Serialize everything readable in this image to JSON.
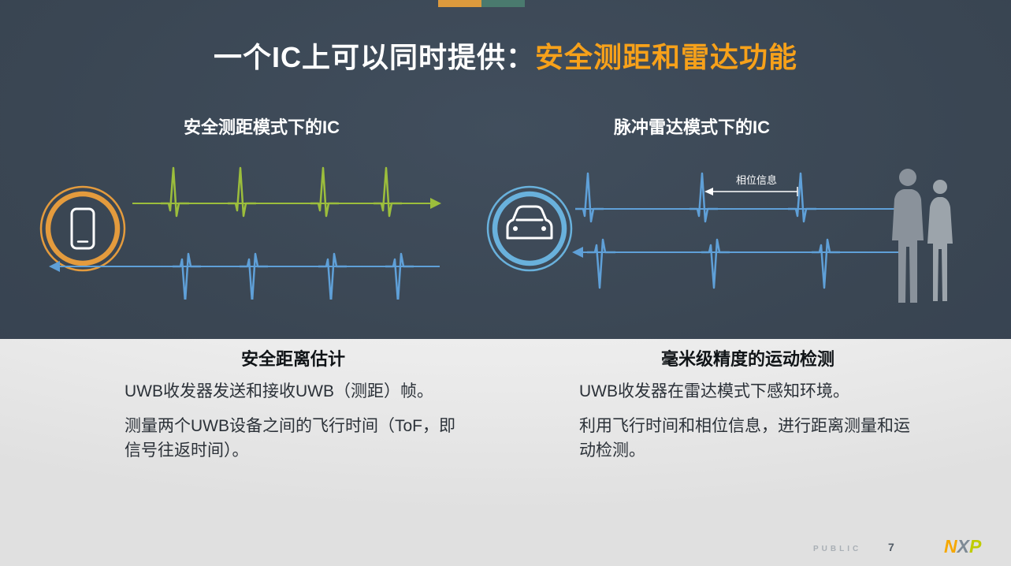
{
  "slide": {
    "title": {
      "prefix": "一个IC上可以同时提供：",
      "highlight": "安全测距和雷达功能"
    },
    "panels": {
      "left": {
        "heading": "安全测距模式下的IC",
        "caption_title": "安全距离估计",
        "paragraphs": [
          "UWB收发器发送和接收UWB（测距）帧。",
          "测量两个UWB设备之间的飞行时间（ToF，即信号往返时间）。"
        ]
      },
      "right": {
        "heading": "脉冲雷达模式下的IC",
        "phase_label": "相位信息",
        "caption_title": "毫米级精度的运动检测",
        "paragraphs": [
          "UWB收发器在雷达模式下感知环境。",
          "利用飞行时间和相位信息，进行距离测量和运动检测。"
        ]
      }
    },
    "footer": {
      "classification": "PUBLIC",
      "page_number": "7",
      "logo_letters": [
        "N",
        "X",
        "P"
      ]
    },
    "colors": {
      "background_dark": "#3B4754",
      "title_highlight_orange": "#F7A11A",
      "pulse_green": "#9CBE3C",
      "pulse_blue": "#5FA0D8",
      "ring_orange": "#E49B3D",
      "ring_blue": "#69B1DC",
      "strip_orange": "#DC9A3D",
      "strip_teal": "#4A7A6E",
      "silhouette_gray": "#8A929B"
    },
    "icons": {
      "phone-icon": "smartphone outline in double orange ring",
      "car-icon": "car front outline in double blue ring",
      "phase-arrow-icon": "left white arrow between radar pulses",
      "people-silhouettes-icon": "two standing human figures",
      "nxp-logo": "NXP brand wordmark"
    }
  }
}
